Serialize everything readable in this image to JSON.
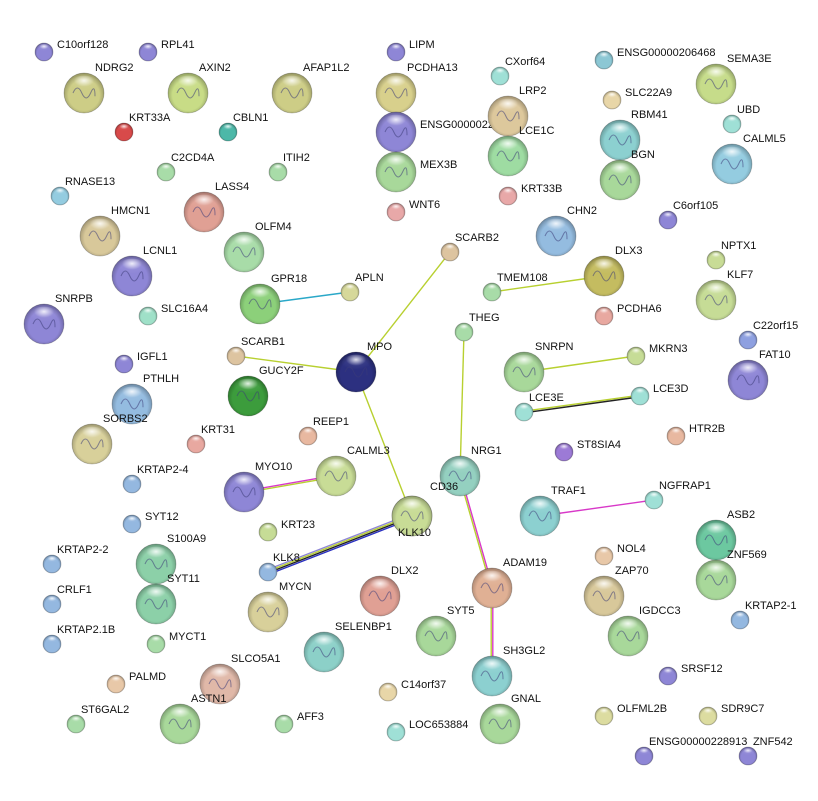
{
  "nodes": [
    {
      "id": "C10orf128",
      "label": "C10orf128",
      "size": "s",
      "color": "#8e86d6"
    },
    {
      "id": "RPL41",
      "label": "RPL41",
      "size": "s",
      "color": "#8e86d6"
    },
    {
      "id": "LIPM",
      "label": "LIPM",
      "size": "s",
      "color": "#8e86d6"
    },
    {
      "id": "ENSG00000206468",
      "label": "ENSG00000206468",
      "size": "s",
      "color": "#8cc7d4"
    },
    {
      "id": "NDRG2",
      "label": "NDRG2",
      "size": "l",
      "color": "#cdcd86"
    },
    {
      "id": "AXIN2",
      "label": "AXIN2",
      "size": "l",
      "color": "#c8dc86"
    },
    {
      "id": "AFAP1L2",
      "label": "AFAP1L2",
      "size": "l",
      "color": "#cdcd86"
    },
    {
      "id": "PCDHA13",
      "label": "PCDHA13",
      "size": "l",
      "color": "#d8d08c"
    },
    {
      "id": "CXorf64",
      "label": "CXorf64",
      "size": "s",
      "color": "#9fe0d6"
    },
    {
      "id": "SEMA3E",
      "label": "SEMA3E",
      "size": "l",
      "color": "#c6dc8a"
    },
    {
      "id": "KRT33A",
      "label": "KRT33A",
      "size": "s",
      "color": "#d84a4a"
    },
    {
      "id": "CBLN1",
      "label": "CBLN1",
      "size": "s",
      "color": "#4cb8a8"
    },
    {
      "id": "ENSG00000226898",
      "label": "ENSG00000226898",
      "size": "l",
      "color": "#8e86d6"
    },
    {
      "id": "LRP2",
      "label": "LRP2",
      "size": "l",
      "color": "#ddc89c"
    },
    {
      "id": "SLC22A9",
      "label": "SLC22A9",
      "size": "s",
      "color": "#e8d6a8"
    },
    {
      "id": "RBM41",
      "label": "RBM41",
      "size": "l",
      "color": "#8cd0d0"
    },
    {
      "id": "UBD",
      "label": "UBD",
      "size": "s",
      "color": "#9fe0d6"
    },
    {
      "id": "LCE1C",
      "label": "LCE1C",
      "size": "l",
      "color": "#9edca2"
    },
    {
      "id": "CALML5",
      "label": "CALML5",
      "size": "l",
      "color": "#94cce0"
    },
    {
      "id": "C2CD4A",
      "label": "C2CD4A",
      "size": "s",
      "color": "#a8dca8"
    },
    {
      "id": "ITIH2",
      "label": "ITIH2",
      "size": "s",
      "color": "#a8dca8"
    },
    {
      "id": "MEX3B",
      "label": "MEX3B",
      "size": "l",
      "color": "#a8d89a"
    },
    {
      "id": "BGN",
      "label": "BGN",
      "size": "l",
      "color": "#a8d89a"
    },
    {
      "id": "RNASE13",
      "label": "RNASE13",
      "size": "s",
      "color": "#94cce0"
    },
    {
      "id": "LASS4",
      "label": "LASS4",
      "size": "l",
      "color": "#e0a094"
    },
    {
      "id": "KRT33B",
      "label": "KRT33B",
      "size": "s",
      "color": "#e8a8a8"
    },
    {
      "id": "WNT6",
      "label": "WNT6",
      "size": "s",
      "color": "#e8a8a8"
    },
    {
      "id": "C6orf105",
      "label": "C6orf105",
      "size": "s",
      "color": "#8e86d6"
    },
    {
      "id": "HMCN1",
      "label": "HMCN1",
      "size": "l",
      "color": "#d8c89a"
    },
    {
      "id": "OLFM4",
      "label": "OLFM4",
      "size": "l",
      "color": "#a8dca8"
    },
    {
      "id": "SCARB2",
      "label": "SCARB2",
      "size": "s",
      "color": "#ddc4a0"
    },
    {
      "id": "CHN2",
      "label": "CHN2",
      "size": "l",
      "color": "#94bce0"
    },
    {
      "id": "NPTX1",
      "label": "NPTX1",
      "size": "s",
      "color": "#c8dc96"
    },
    {
      "id": "LCNL1",
      "label": "LCNL1",
      "size": "l",
      "color": "#8e86d6"
    },
    {
      "id": "DLX3",
      "label": "DLX3",
      "size": "l",
      "color": "#c4bc60"
    },
    {
      "id": "KLF7",
      "label": "KLF7",
      "size": "l",
      "color": "#c6dc96"
    },
    {
      "id": "GPR18",
      "label": "GPR18",
      "size": "l",
      "color": "#8cd07a"
    },
    {
      "id": "APLN",
      "label": "APLN",
      "size": "s",
      "color": "#d6d89a"
    },
    {
      "id": "TMEM108",
      "label": "TMEM108",
      "size": "s",
      "color": "#a8dca8"
    },
    {
      "id": "PCDHA6",
      "label": "PCDHA6",
      "size": "s",
      "color": "#e8a8a0"
    },
    {
      "id": "SNRPB",
      "label": "SNRPB",
      "size": "l",
      "color": "#8e86d6"
    },
    {
      "id": "SLC16A4",
      "label": "SLC16A4",
      "size": "s",
      "color": "#9fe0c8"
    },
    {
      "id": "C22orf15",
      "label": "C22orf15",
      "size": "s",
      "color": "#8ea0e0"
    },
    {
      "id": "THEG",
      "label": "THEG",
      "size": "s",
      "color": "#a8dca8"
    },
    {
      "id": "FAT10",
      "label": "FAT10",
      "size": "l",
      "color": "#8e86d6"
    },
    {
      "id": "SCARB1",
      "label": "SCARB1",
      "size": "s",
      "color": "#ddc4a0"
    },
    {
      "id": "MPO",
      "label": "MPO",
      "size": "l",
      "color": "#2c3080"
    },
    {
      "id": "SNRPN",
      "label": "SNRPN",
      "size": "l",
      "color": "#a8d89a"
    },
    {
      "id": "MKRN3",
      "label": "MKRN3",
      "size": "s",
      "color": "#c6dc96"
    },
    {
      "id": "IGFL1",
      "label": "IGFL1",
      "size": "s",
      "color": "#8e86d6"
    },
    {
      "id": "GUCY2F",
      "label": "GUCY2F",
      "size": "l",
      "color": "#3c9c3c"
    },
    {
      "id": "PTHLH",
      "label": "PTHLH",
      "size": "l",
      "color": "#94bce0"
    },
    {
      "id": "LCE3D",
      "label": "LCE3D",
      "size": "s",
      "color": "#9fe0d6"
    },
    {
      "id": "LCE3E",
      "label": "LCE3E",
      "size": "s",
      "color": "#9fe0d6"
    },
    {
      "id": "SORBS2",
      "label": "SORBS2",
      "size": "l",
      "color": "#d8d09a"
    },
    {
      "id": "KRT31",
      "label": "KRT31",
      "size": "s",
      "color": "#e8a8a0"
    },
    {
      "id": "REEP1",
      "label": "REEP1",
      "size": "s",
      "color": "#e8b8a0"
    },
    {
      "id": "HTR2B",
      "label": "HTR2B",
      "size": "s",
      "color": "#e8b8a0"
    },
    {
      "id": "ST8SIA4",
      "label": "ST8SIA4",
      "size": "s",
      "color": "#9c7ad6"
    },
    {
      "id": "CALML3",
      "label": "CALML3",
      "size": "l",
      "color": "#c8dc96"
    },
    {
      "id": "NRG1",
      "label": "NRG1",
      "size": "l",
      "color": "#94d0c0"
    },
    {
      "id": "KRTAP2-4",
      "label": "KRTAP2-4",
      "size": "s",
      "color": "#94b8e0"
    },
    {
      "id": "MYO10",
      "label": "MYO10",
      "size": "l",
      "color": "#8e86d6"
    },
    {
      "id": "CD36",
      "label": "CD36",
      "size": "l",
      "color": "#d6e0b0"
    },
    {
      "id": "TRAF1",
      "label": "TRAF1",
      "size": "l",
      "color": "#8cd0d0"
    },
    {
      "id": "NGFRAP1",
      "label": "NGFRAP1",
      "size": "s",
      "color": "#9fe0d6"
    },
    {
      "id": "SYT12",
      "label": "SYT12",
      "size": "s",
      "color": "#94b8e0"
    },
    {
      "id": "KRT23",
      "label": "KRT23",
      "size": "s",
      "color": "#c6dc96"
    },
    {
      "id": "KLK10",
      "label": "KLK10",
      "size": "l",
      "color": "#c8dc96"
    },
    {
      "id": "ASB2",
      "label": "ASB2",
      "size": "l",
      "color": "#6cc8a0"
    },
    {
      "id": "KRTAP2-2",
      "label": "KRTAP2-2",
      "size": "s",
      "color": "#94b8e0"
    },
    {
      "id": "S100A9",
      "label": "S100A9",
      "size": "l",
      "color": "#8cd0a8"
    },
    {
      "id": "NOL4",
      "label": "NOL4",
      "size": "s",
      "color": "#e8c8a8"
    },
    {
      "id": "ZNF569",
      "label": "ZNF569",
      "size": "l",
      "color": "#a8d89a"
    },
    {
      "id": "KLK8",
      "label": "KLK8",
      "size": "s",
      "color": "#94b8e0"
    },
    {
      "id": "DLX2",
      "label": "DLX2",
      "size": "l",
      "color": "#e0a094"
    },
    {
      "id": "ADAM19",
      "label": "ADAM19",
      "size": "l",
      "color": "#e0b094"
    },
    {
      "id": "ZAP70",
      "label": "ZAP70",
      "size": "l",
      "color": "#d8c89a"
    },
    {
      "id": "CRLF1",
      "label": "CRLF1",
      "size": "s",
      "color": "#94b8e0"
    },
    {
      "id": "SYT11",
      "label": "SYT11",
      "size": "l",
      "color": "#8cd0a8"
    },
    {
      "id": "MYCN",
      "label": "MYCN",
      "size": "l",
      "color": "#d8d09a"
    },
    {
      "id": "KRTAP2-1",
      "label": "KRTAP2-1",
      "size": "s",
      "color": "#94b8e0"
    },
    {
      "id": "SYT5",
      "label": "SYT5",
      "size": "l",
      "color": "#a8d89a"
    },
    {
      "id": "IGDCC3",
      "label": "IGDCC3",
      "size": "l",
      "color": "#a8d89a"
    },
    {
      "id": "KRTAP2.1B",
      "label": "KRTAP2.1B",
      "size": "s",
      "color": "#94b8e0"
    },
    {
      "id": "MYCT1",
      "label": "MYCT1",
      "size": "s",
      "color": "#a8dca8"
    },
    {
      "id": "SELENBP1",
      "label": "SELENBP1",
      "size": "l",
      "color": "#8cd0c8"
    },
    {
      "id": "SH3GL2",
      "label": "SH3GL2",
      "size": "l",
      "color": "#8cd0d0"
    },
    {
      "id": "SRSF12",
      "label": "SRSF12",
      "size": "s",
      "color": "#8e86d6"
    },
    {
      "id": "PALMD",
      "label": "PALMD",
      "size": "s",
      "color": "#e8c8a8"
    },
    {
      "id": "SLCO5A1",
      "label": "SLCO5A1",
      "size": "l",
      "color": "#e0b8a8"
    },
    {
      "id": "C14orf37",
      "label": "C14orf37",
      "size": "s",
      "color": "#e8d6a8"
    },
    {
      "id": "GNAL",
      "label": "GNAL",
      "size": "l",
      "color": "#a8d89a"
    },
    {
      "id": "OLFML2B",
      "label": "OLFML2B",
      "size": "s",
      "color": "#dcdca0"
    },
    {
      "id": "SDR9C7",
      "label": "SDR9C7",
      "size": "s",
      "color": "#dcdca0"
    },
    {
      "id": "ST6GAL2",
      "label": "ST6GAL2",
      "size": "s",
      "color": "#a8dca8"
    },
    {
      "id": "ASTN1",
      "label": "ASTN1",
      "size": "l",
      "color": "#a8d89a"
    },
    {
      "id": "AFF3",
      "label": "AFF3",
      "size": "s",
      "color": "#a8dca8"
    },
    {
      "id": "LOC653884",
      "label": "LOC653884",
      "size": "s",
      "color": "#9fe0d6"
    },
    {
      "id": "ENSG00000228913",
      "label": "ENSG00000228913",
      "size": "s",
      "color": "#8e86d6"
    },
    {
      "id": "ZNF542",
      "label": "ZNF542",
      "size": "s",
      "color": "#8e86d6"
    }
  ],
  "edges": [
    {
      "from": "GPR18",
      "to": "APLN",
      "colors": [
        "#2aa8c8"
      ]
    },
    {
      "from": "MPO",
      "to": "SCARB2",
      "colors": [
        "#b8d030"
      ]
    },
    {
      "from": "MPO",
      "to": "SCARB1",
      "colors": [
        "#b8d030"
      ]
    },
    {
      "from": "MPO",
      "to": "KLK10",
      "colors": [
        "#b8d030"
      ]
    },
    {
      "from": "TMEM108",
      "to": "DLX3",
      "colors": [
        "#b8d030"
      ]
    },
    {
      "from": "THEG",
      "to": "NRG1",
      "colors": [
        "#b8d030"
      ]
    },
    {
      "from": "SNRPN",
      "to": "MKRN3",
      "colors": [
        "#b8d030"
      ]
    },
    {
      "from": "LCE3E",
      "to": "LCE3D",
      "colors": [
        "#b8d030",
        "#222222"
      ]
    },
    {
      "from": "MYO10",
      "to": "CALML3",
      "colors": [
        "#d838c8",
        "#b8d030"
      ]
    },
    {
      "from": "TRAF1",
      "to": "NGFRAP1",
      "colors": [
        "#d838c8"
      ]
    },
    {
      "from": "NRG1",
      "to": "ADAM19",
      "colors": [
        "#d838c8",
        "#b8d030"
      ]
    },
    {
      "from": "ADAM19",
      "to": "SH3GL2",
      "colors": [
        "#d838c8",
        "#b8d030"
      ]
    },
    {
      "from": "KLK8",
      "to": "KLK10",
      "colors": [
        "#8e86d6",
        "#b8d030",
        "#222222",
        "#2a30c0"
      ]
    }
  ]
}
